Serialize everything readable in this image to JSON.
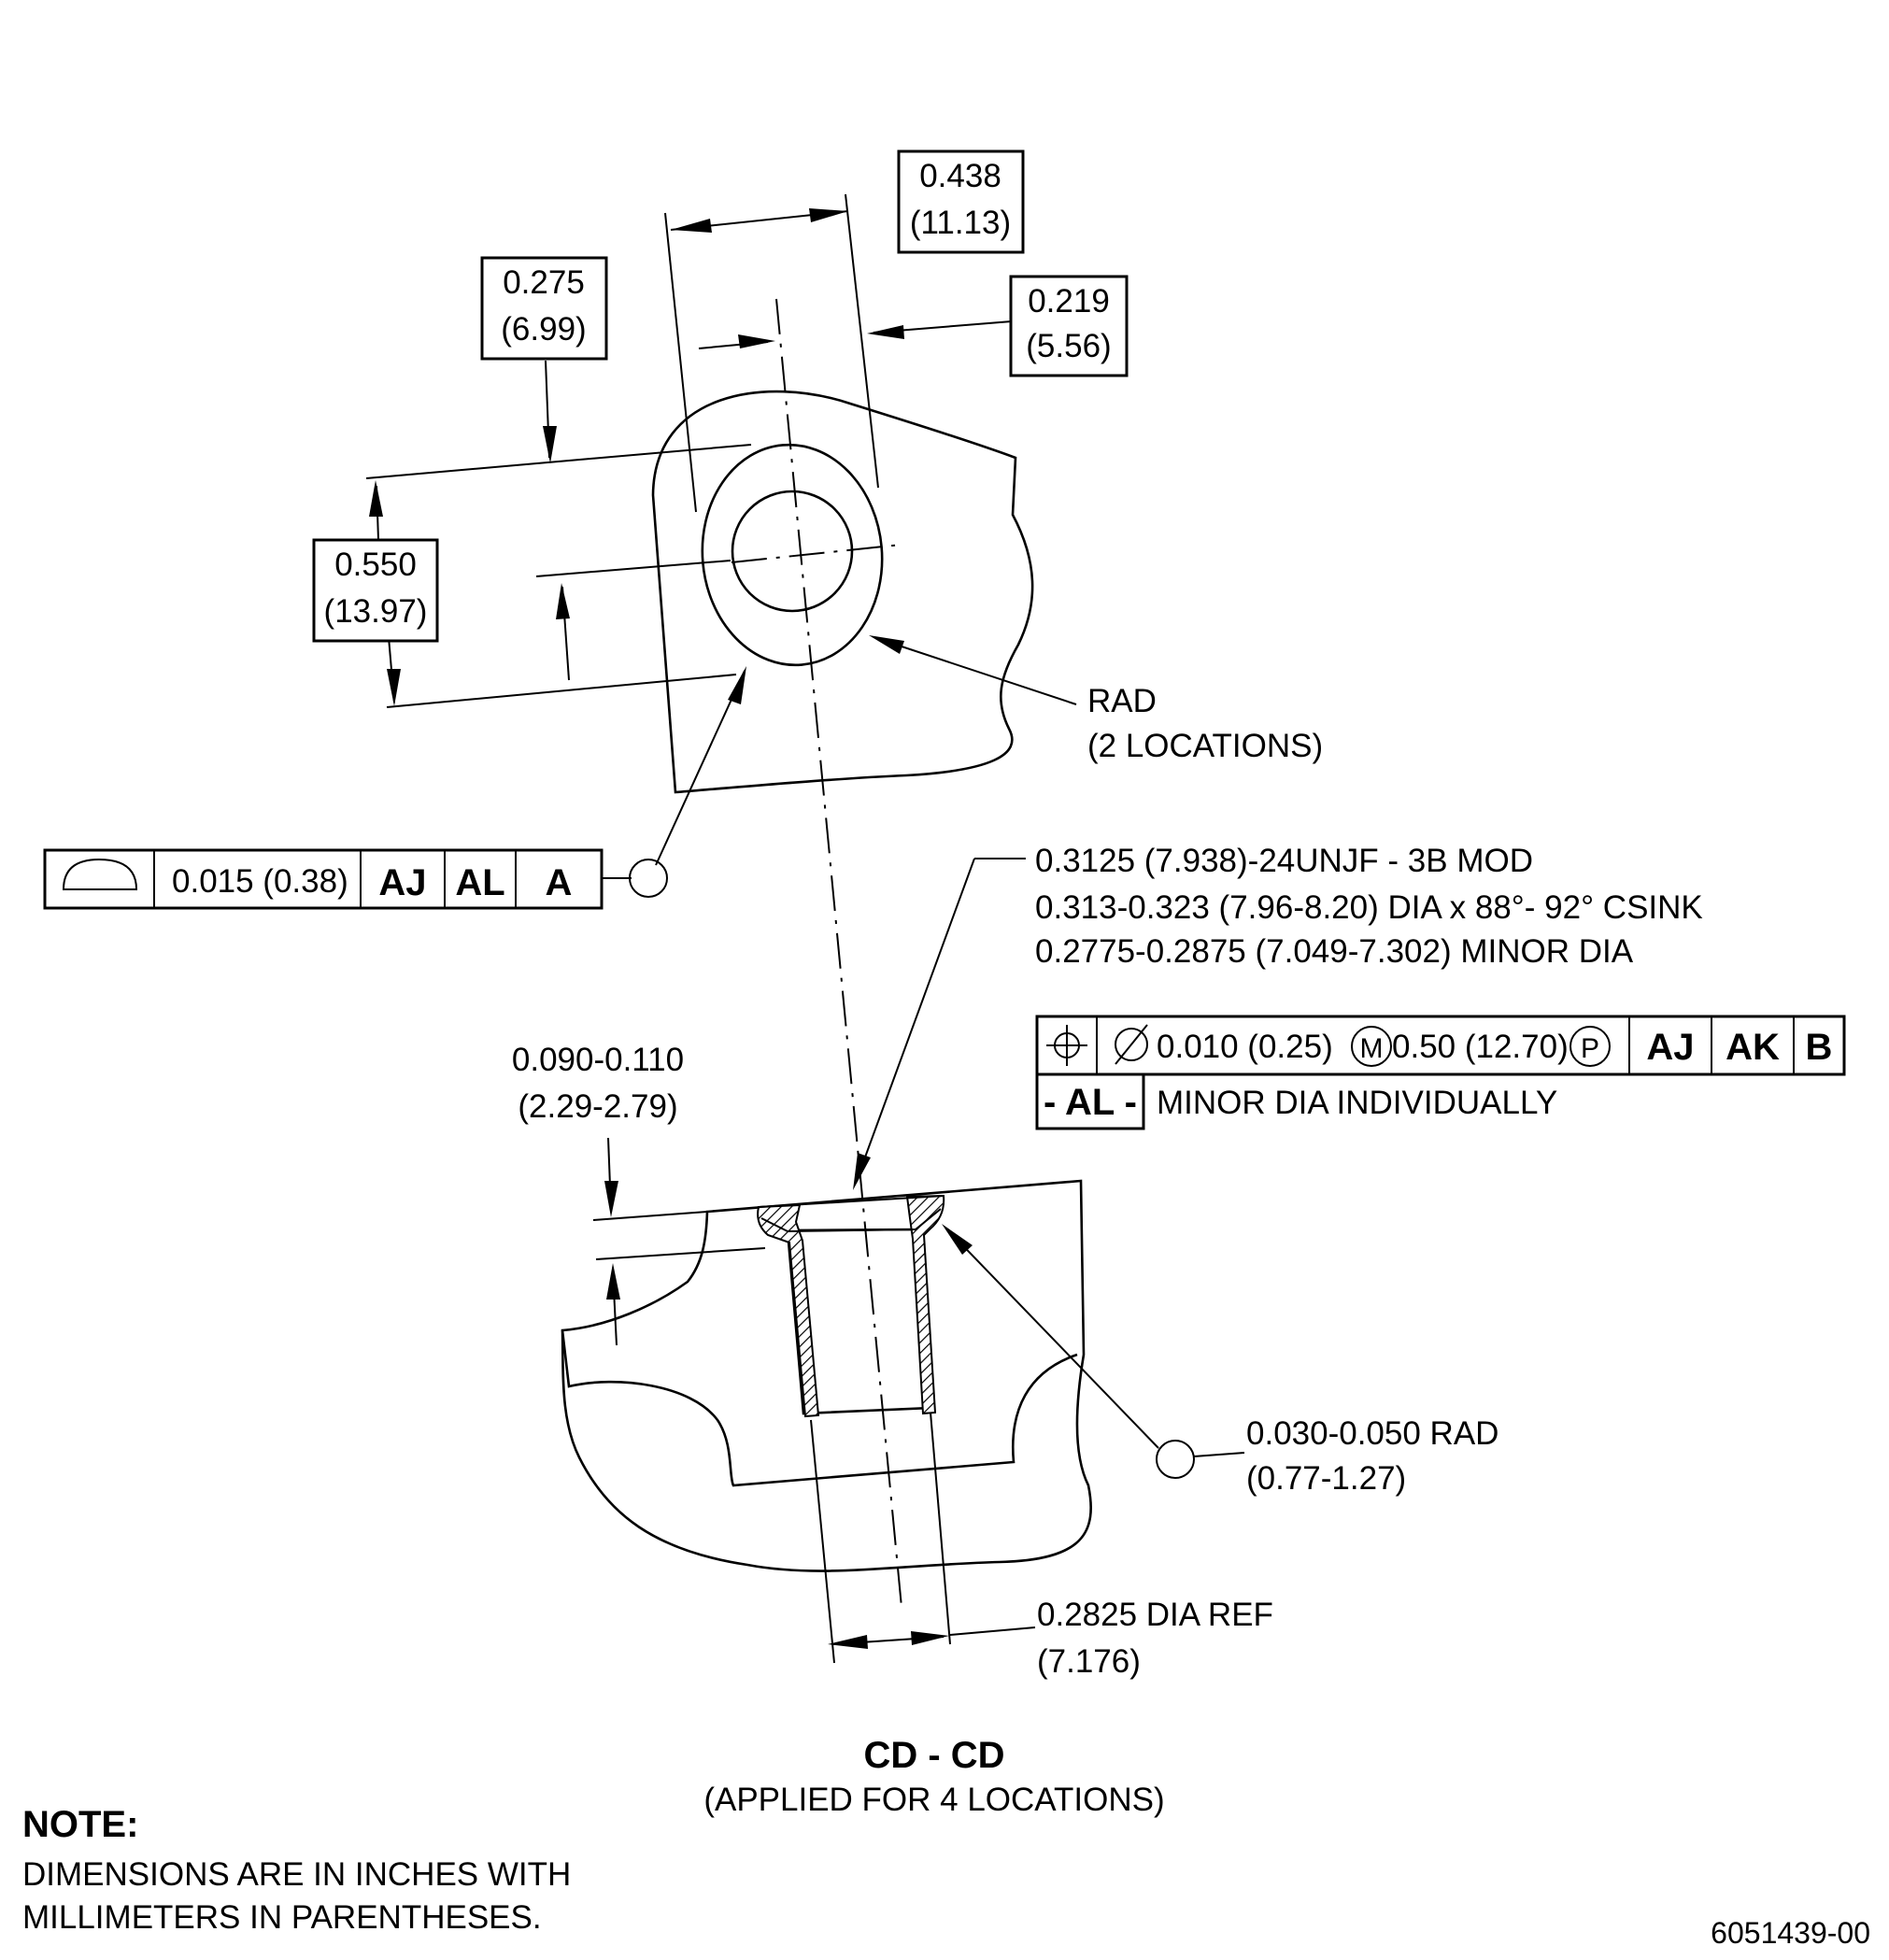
{
  "dimensions": {
    "width_overall": {
      "inch": "0.438",
      "mm": "(11.13)"
    },
    "offset_top": {
      "inch": "0.275",
      "mm": "(6.99)"
    },
    "offset_right": {
      "inch": "0.219",
      "mm": "(5.56)"
    },
    "height": {
      "inch": "0.550",
      "mm": "(13.97)"
    },
    "depth_range": {
      "inch": "0.090-0.110",
      "mm": "(2.29-2.79)"
    },
    "bore_ref": {
      "inch": "0.2825 DIA REF",
      "mm": "(7.176)"
    }
  },
  "callouts": {
    "rad": {
      "line1": "RAD",
      "line2": "(2 LOCATIONS)"
    },
    "thread": {
      "line1": "0.3125 (7.938)-24UNJF - 3B MOD",
      "line2": "0.313-0.323 (7.96-8.20) DIA x 88°- 92° CSINK",
      "line3": "0.2775-0.2875 (7.049-7.302) MINOR DIA"
    },
    "corner_rad": {
      "line1": "0.030-0.050 RAD",
      "line2": "(0.77-1.27)"
    }
  },
  "fcf_profile": {
    "symbol": "profile-of-surface-icon",
    "tolerance": "0.015 (0.38)",
    "datums": [
      "AJ",
      "AL",
      "A"
    ]
  },
  "fcf_position": {
    "symbol": "position-icon",
    "diameter_symbol": "diameter-icon",
    "tolerance": "0.010 (0.25)",
    "modifier_m": "M",
    "projected": "0.50 (12.70)",
    "modifier_p": "P",
    "datums": [
      "AJ",
      "AK",
      "B"
    ],
    "datum_feature": "- AL -",
    "note": "MINOR DIA INDIVIDUALLY"
  },
  "section": {
    "title": "CD - CD",
    "subtitle": "(APPLIED FOR 4 LOCATIONS)"
  },
  "note": {
    "heading": "NOTE:",
    "line1": "DIMENSIONS ARE IN INCHES WITH",
    "line2": "MILLIMETERS IN PARENTHESES."
  },
  "drawing_number": "6051439-00"
}
